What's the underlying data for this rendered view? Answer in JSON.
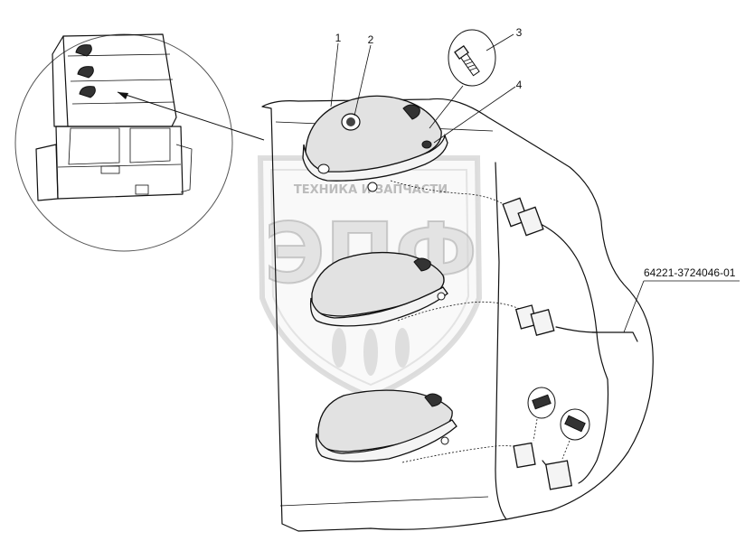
{
  "callouts": {
    "c1": "1",
    "c2": "2",
    "c3": "3",
    "c4": "4"
  },
  "part_number": "64221-3724046-01",
  "watermark": {
    "brand": "ЭПФ",
    "subtitle": "ТЕХНИКА И ЗАПЧАСТИ"
  }
}
